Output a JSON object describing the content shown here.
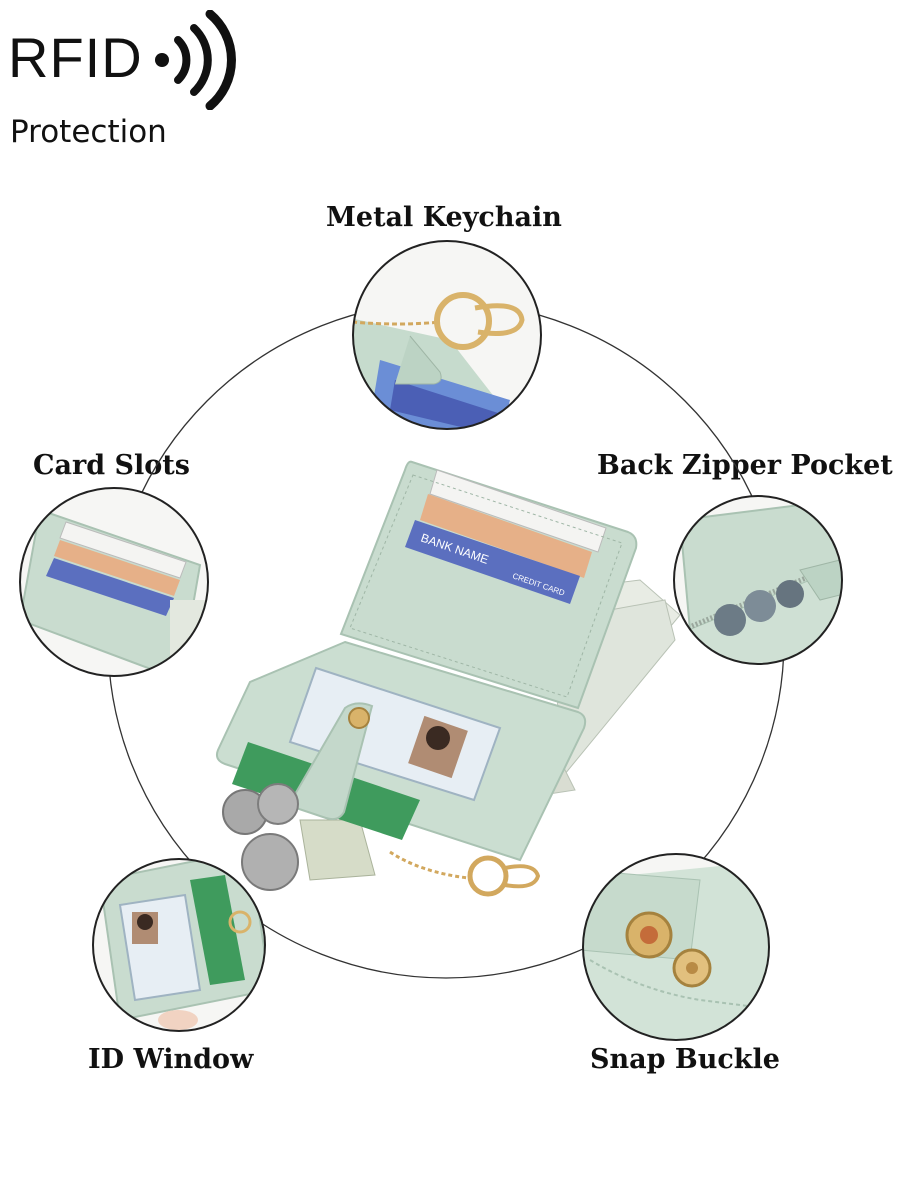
{
  "rfid": {
    "title": "RFID",
    "subtitle": "Protection",
    "icon": "rfid-signal-icon"
  },
  "features": {
    "metal_keychain": "Metal Keychain",
    "card_slots": "Card Slots",
    "back_zipper_pocket": "Back Zipper Pocket",
    "id_window": "ID Window",
    "snap_buckle": "Snap Buckle"
  },
  "card_text": {
    "bank_name": "BANK NAME",
    "credit_card": "CREDIT CARD"
  },
  "colors": {
    "wallet": "#c9dccf",
    "wallet_dark": "#a9c2b2",
    "gold": "#d9b36a",
    "line": "#222222"
  }
}
